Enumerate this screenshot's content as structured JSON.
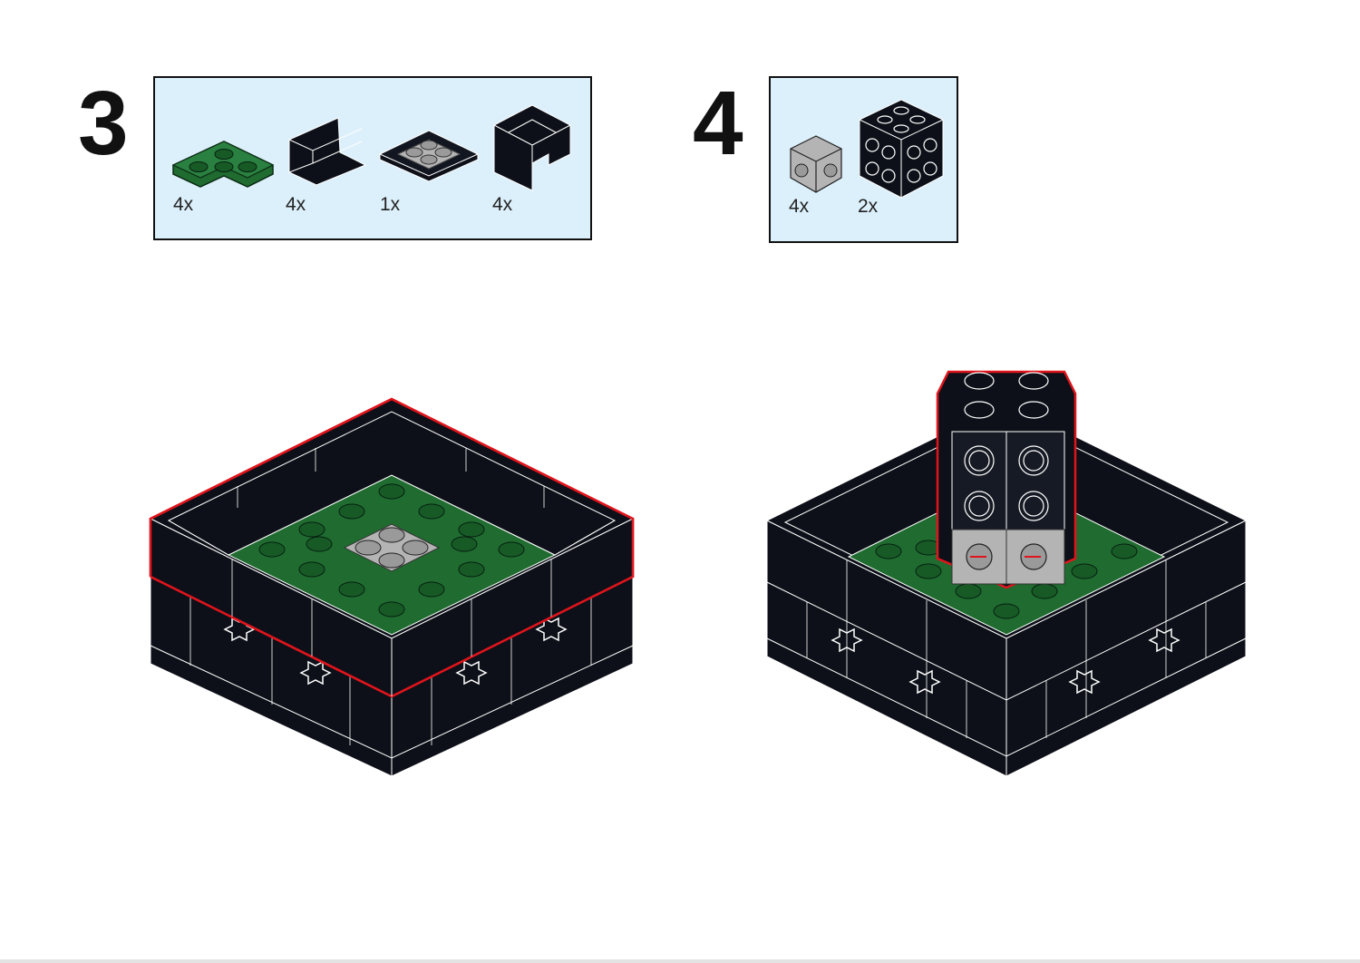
{
  "steps": [
    {
      "number": "3",
      "parts": [
        {
          "icon": "green-corner-plate-icon",
          "qty": "4x"
        },
        {
          "icon": "black-bracket-icon",
          "qty": "4x"
        },
        {
          "icon": "gray-plate-2x2-icon",
          "qty": "1x"
        },
        {
          "icon": "black-corner-panel-icon",
          "qty": "4x"
        }
      ],
      "model": "box-with-panels-model"
    },
    {
      "number": "4",
      "parts": [
        {
          "icon": "gray-brick-studs-on-sides-icon",
          "qty": "4x"
        },
        {
          "icon": "black-brick-studs-on-sides-icon",
          "qty": "2x"
        }
      ],
      "model": "box-with-center-column-model"
    }
  ],
  "colors": {
    "parts_box_bg": "#dcf0fb",
    "black_brick": "#0d1018",
    "green_plate": "#1f6b30",
    "gray_part": "#b4b4b4",
    "highlight": "#e0141c"
  }
}
